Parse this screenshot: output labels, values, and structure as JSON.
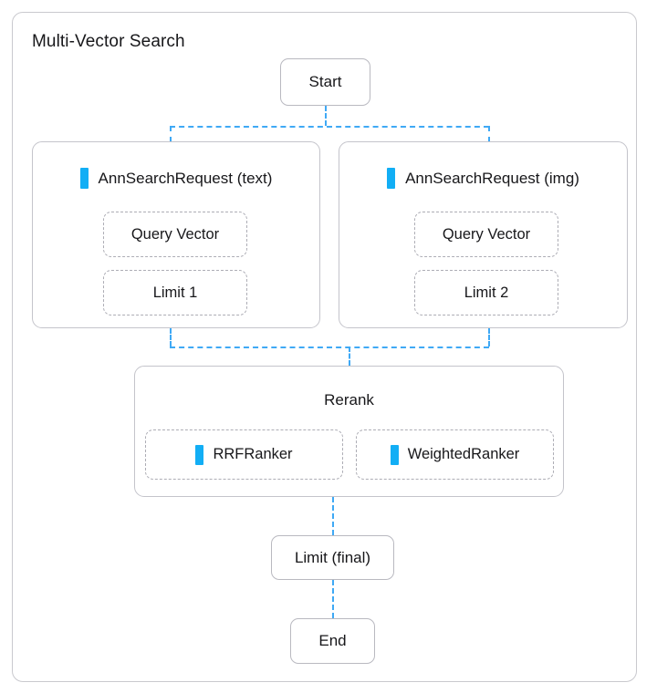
{
  "diagram": {
    "title": "Multi-Vector Search",
    "accent_color": "#12AEF5",
    "connector_color": "#3FA9F5",
    "border_color": "#c4c4cb"
  },
  "nodes": {
    "start": {
      "label": "Start"
    },
    "limit_final": {
      "label": "Limit (final)"
    },
    "end": {
      "label": "End"
    }
  },
  "panels": {
    "ann_text": {
      "title": "AnnSearchRequest (text)",
      "marker": "blue-bar-icon",
      "items": [
        {
          "label": "Query Vector"
        },
        {
          "label": "Limit 1"
        }
      ]
    },
    "ann_img": {
      "title": "AnnSearchRequest (img)",
      "marker": "blue-bar-icon",
      "items": [
        {
          "label": "Query Vector"
        },
        {
          "label": "Limit 2"
        }
      ]
    },
    "rerank": {
      "title": "Rerank",
      "items": [
        {
          "label": "RRFRanker",
          "marker": "blue-bar-icon"
        },
        {
          "label": "WeightedRanker",
          "marker": "blue-bar-icon"
        }
      ]
    }
  }
}
